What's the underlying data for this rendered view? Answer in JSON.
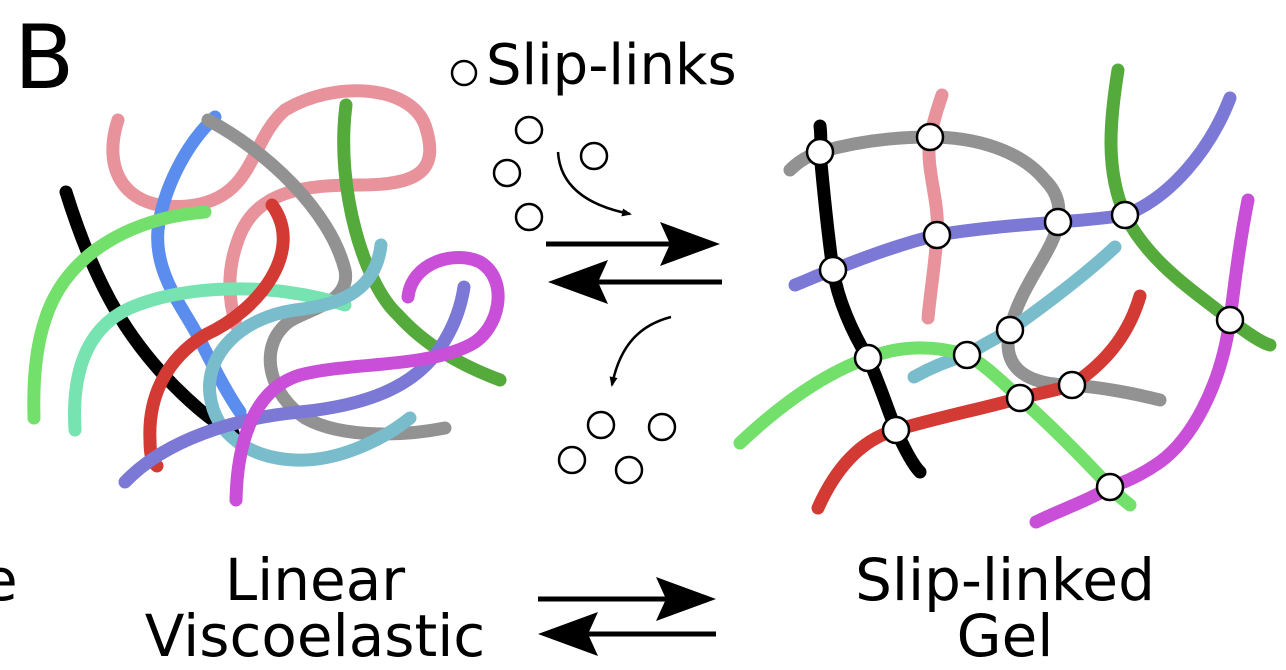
{
  "panel_label": "B",
  "legend": {
    "text": "Slip-links",
    "icon": "open-circle-icon"
  },
  "left_state": {
    "line1": "Linear",
    "line2": "Viscoelastic"
  },
  "right_state": {
    "line1": "Slip-linked",
    "line2": "Gel"
  },
  "edge_fragment": "e",
  "colors": {
    "black": "#000000",
    "gray": "#929292",
    "pink": "#e8929c",
    "blue": "#5b8def",
    "green_dark": "#55aa3c",
    "green_light": "#73e06b",
    "teal": "#76e3b0",
    "red": "#d23a33",
    "cyan": "#79bccb",
    "purple": "#7b78d6",
    "magenta": "#c94fd8"
  }
}
